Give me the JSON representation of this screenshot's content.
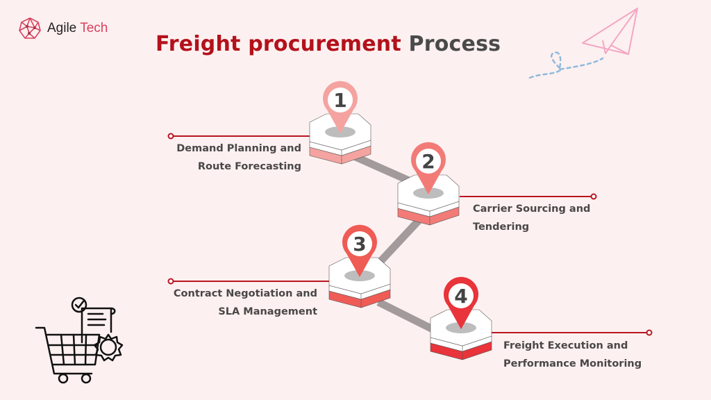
{
  "brand": {
    "name_part1": "Agile",
    "name_part2": "Tech",
    "accent_color": "#d9405e"
  },
  "title": {
    "part1": "Freight procurement",
    "part2": "Process",
    "part1_color": "#b3111b",
    "part2_color": "#4a4a4a"
  },
  "steps": [
    {
      "number": "1",
      "line1": "Demand Planning and",
      "line2": "Route Forecasting",
      "pin_color": "#f4a3a0"
    },
    {
      "number": "2",
      "line1": "Carrier Sourcing and",
      "line2": "Tendering",
      "pin_color": "#f27b77"
    },
    {
      "number": "3",
      "line1": "Contract Negotiation and",
      "line2": "SLA Management",
      "pin_color": "#ef5b55"
    },
    {
      "number": "4",
      "line1": "Freight Execution and",
      "line2": "Performance Monitoring",
      "pin_color": "#e8343a"
    }
  ],
  "connector_color": "#b8151f",
  "icons": {
    "decoration_top_right": "paper-plane-icon",
    "decoration_bottom_left": "shopping-cart-checklist-gear-icon"
  }
}
